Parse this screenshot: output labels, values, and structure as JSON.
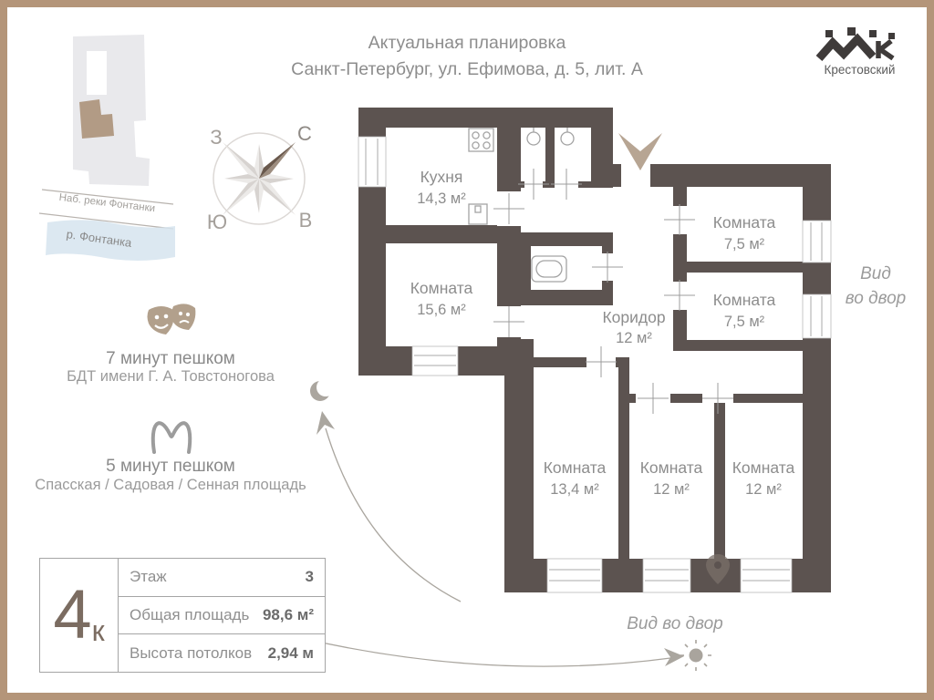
{
  "header": {
    "title_line1": "Актуальная планировка",
    "title_line2": "Санкт-Петербург, ул. Ефимова, д. 5, лит. А"
  },
  "logo": {
    "label": "Крестовский"
  },
  "minimap": {
    "street": "Наб. реки Фонтанки",
    "river": "р. Фонтанка"
  },
  "compass": {
    "north": "С",
    "south": "Ю",
    "west": "З",
    "east": "В"
  },
  "landmarks": {
    "theater_time": "7 минут пешком",
    "theater_name": "БДТ имени Г. А. Товстоногова",
    "metro_time": "5 минут пешком",
    "metro_name": "Спасская / Садовая / Сенная площадь"
  },
  "plan": {
    "rooms": [
      {
        "name": "Кухня",
        "area": "14,3 м²"
      },
      {
        "name": "Комната",
        "area": "15,6 м²"
      },
      {
        "name": "Комната",
        "area": "7,5 м²"
      },
      {
        "name": "Комната",
        "area": "7,5 м²"
      },
      {
        "name": "Коридор",
        "area": "12 м²"
      },
      {
        "name": "Комната",
        "area": "13,4 м²"
      },
      {
        "name": "Комната",
        "area": "12 м²"
      },
      {
        "name": "Комната",
        "area": "12 м²"
      }
    ],
    "view_side_line1": "Вид",
    "view_side_line2": "во двор",
    "view_bottom": "Вид во двор"
  },
  "summary": {
    "unit_number": "4",
    "unit_letter": "к",
    "rows": [
      {
        "label": "Этаж",
        "value": "3"
      },
      {
        "label": "Общая площадь",
        "value": "98,6 м²"
      },
      {
        "label": "Высота потолков",
        "value": "2,94 м"
      }
    ]
  },
  "colors": {
    "frame": "#b49579",
    "walls": "#5c5350",
    "accent_tan": "#b7a593",
    "text_gray": "#8d8d8d",
    "logo_dark": "#3f3b3a",
    "unit_brown": "#7b6c61",
    "river_blue": "#d6e4ee"
  }
}
